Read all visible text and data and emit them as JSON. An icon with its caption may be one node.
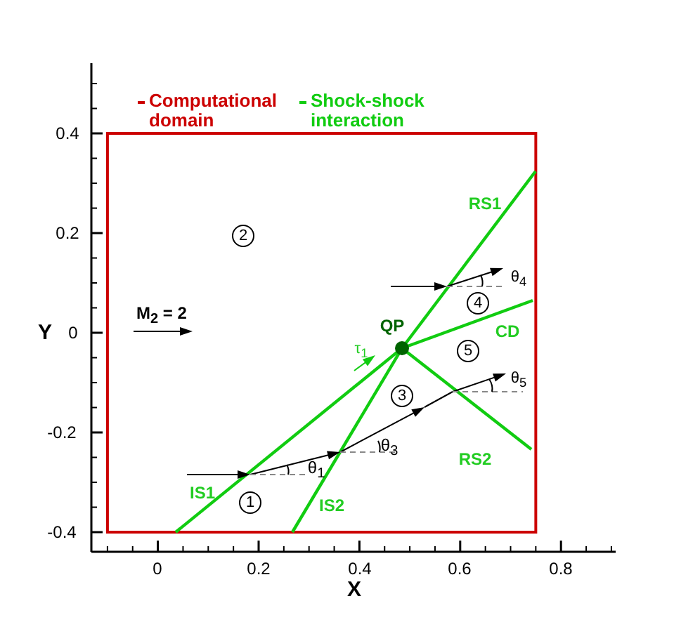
{
  "diagram": {
    "nodes": [
      {
        "text": [
          "2"
        ]
      },
      {
        "text": [
          "4"
        ]
      },
      {
        "text": [],
        "shape": "circle",
        "beside": [
          "QP"
        ]
      },
      {
        "text": [
          "5"
        ]
      },
      {
        "text": [
          "3"
        ]
      },
      {
        "text": [
          "1"
        ]
      }
    ],
    "labels": [
      "0.4",
      "RS1",
      "0.2",
      "θ$_{4}$",
      "Y",
      "0",
      "M$_{2}$ = 2",
      "CD",
      "τ$_{1}$",
      "θ$_{5}$",
      "-0.2",
      "θ$_{3}$",
      "RS2",
      "θ$_{1}$",
      "IS1",
      "IS2",
      "-0.4",
      "0",
      "0.2",
      "0.4",
      "0.6",
      "0.8",
      "X"
    ],
    "legend": [
      {
        "text": "Computational domain",
        "color": "#cc0000"
      },
      {
        "text": "Shock-shock interaction",
        "color": "#11cc11"
      }
    ]
  }
}
